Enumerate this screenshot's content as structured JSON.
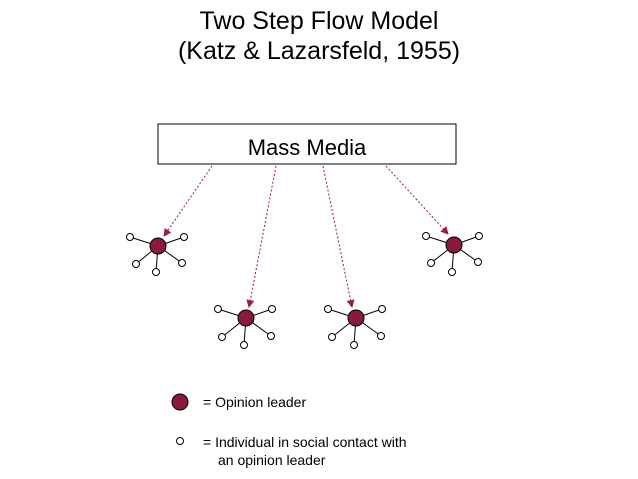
{
  "title": {
    "line1": "Two Step Flow Model",
    "line2": "(Katz & Lazarsfeld, 1955)"
  },
  "mass_media_label": "Mass Media",
  "legend": {
    "leader_label": "= Opinion leader",
    "individual_label_line1": "= Individual in social contact with",
    "individual_label_line2": "an opinion leader"
  },
  "colors": {
    "leader_fill": "#8b1a3a",
    "arrow": "#9b1b45",
    "line": "#000000",
    "individual_fill": "#ffffff"
  }
}
